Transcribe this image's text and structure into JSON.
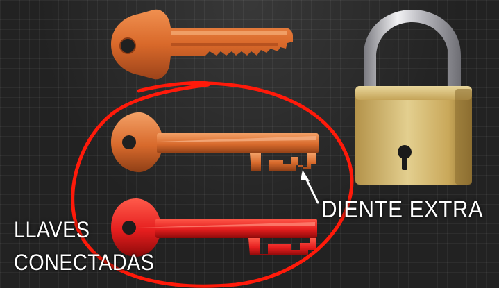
{
  "labels": {
    "extra_tooth": "DIENTE EXTRA",
    "connected_keys_line1": "LLAVES",
    "connected_keys_line2": "CONECTADAS"
  },
  "colors": {
    "orange_key": "#d9692a",
    "copper_key": "#d86a2c",
    "red_key": "#e51e1e",
    "circle": "#ff1a0a",
    "padlock_body": "#c9a85a",
    "shackle": "#c8c8cc"
  },
  "icons": [
    "orange-key-icon",
    "copper-key-icon",
    "red-key-icon",
    "padlock-icon",
    "arrow-icon"
  ]
}
